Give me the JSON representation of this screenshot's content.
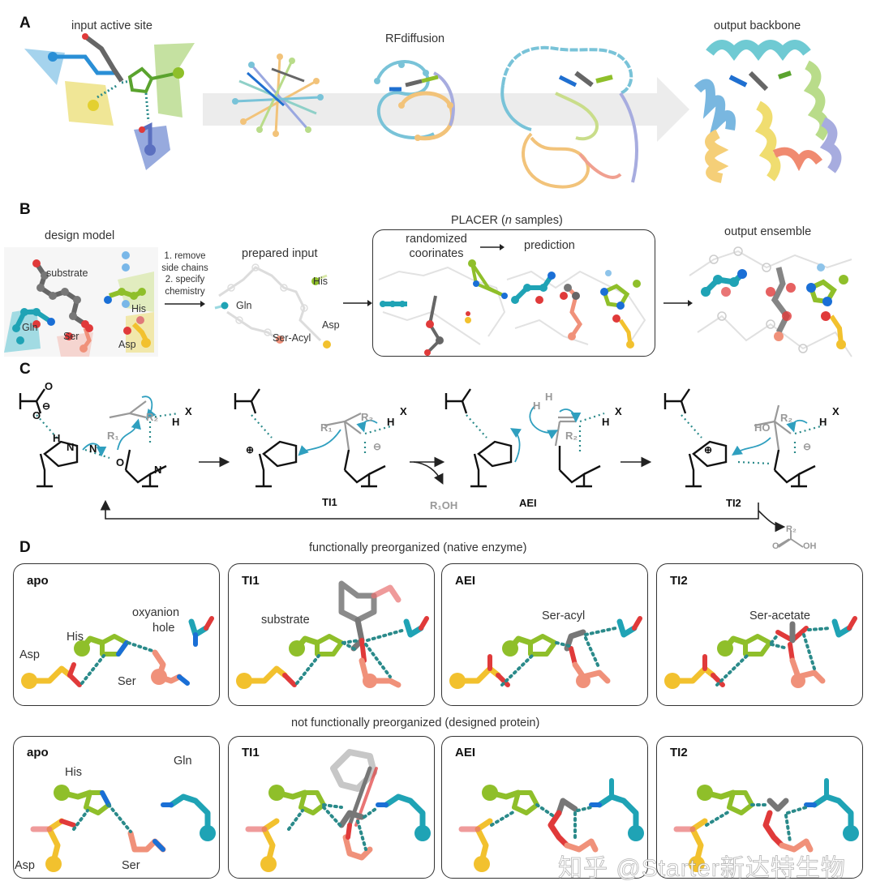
{
  "panelA": {
    "letter": "A",
    "labels": {
      "input": "input active site",
      "process": "RFdiffusion",
      "output": "output backbone"
    }
  },
  "panelB": {
    "letter": "B",
    "design_model": {
      "title": "design model",
      "labels": [
        "substrate",
        "Gln",
        "His",
        "Ser",
        "Asp"
      ]
    },
    "step_text": [
      "1. remove",
      "side chains",
      "2. specify",
      "chemistry"
    ],
    "prepared_input": {
      "title": "prepared input",
      "labels": [
        "Gln",
        "His",
        "Ser-Acyl",
        "Asp"
      ]
    },
    "placer": {
      "title": "PLACER (",
      "title_italic": "n",
      "title_end": " samples)",
      "randomized": [
        "randomized",
        "coorinates"
      ],
      "prediction": "prediction"
    },
    "output_ensemble": {
      "title": "output ensemble"
    }
  },
  "panelC": {
    "letter": "C",
    "intermediates": [
      "TI1",
      "AEI",
      "TI2"
    ],
    "byproducts": {
      "alcohol": "R₁OH",
      "acid_R": "R₂",
      "acid_O": "O",
      "acid_OH": "OH"
    },
    "atoms": {
      "O": "O",
      "H": "H",
      "N": "N",
      "X": "X",
      "R1": "R₁",
      "R2": "R₂",
      "HO": "HO",
      "minus": "⊖",
      "plus": "⊕"
    }
  },
  "panelD": {
    "letter": "D",
    "row1_title": "functionally preorganized (native enzyme)",
    "row2_title": "not functionally preorganized (designed protein)",
    "row1": [
      {
        "state": "apo",
        "labels": [
          "His",
          "Asp",
          "Ser",
          "oxyanion",
          "hole"
        ]
      },
      {
        "state": "TI1",
        "labels": [
          "substrate"
        ]
      },
      {
        "state": "AEI",
        "labels": [
          "Ser-acyl"
        ]
      },
      {
        "state": "TI2",
        "labels": [
          "Ser-acetate"
        ]
      }
    ],
    "row2": [
      {
        "state": "apo",
        "labels": [
          "His",
          "Asp",
          "Ser",
          "Gln"
        ]
      },
      {
        "state": "TI1",
        "labels": []
      },
      {
        "state": "AEI",
        "labels": []
      },
      {
        "state": "TI2",
        "labels": []
      }
    ]
  },
  "watermark": "知乎 @Starter新达特生物",
  "colors": {
    "his": "#8fbf2a",
    "asp": "#f2c12e",
    "ser": "#f0917a",
    "gln": "#1fa3b5",
    "nitrogen": "#1a6fd6",
    "oxygen": "#e03a3a",
    "carbon": "#777777",
    "hbond": "#2a8a8a",
    "arrow_teal": "#2f9fbf",
    "gray_text": "#9a9a9a"
  }
}
